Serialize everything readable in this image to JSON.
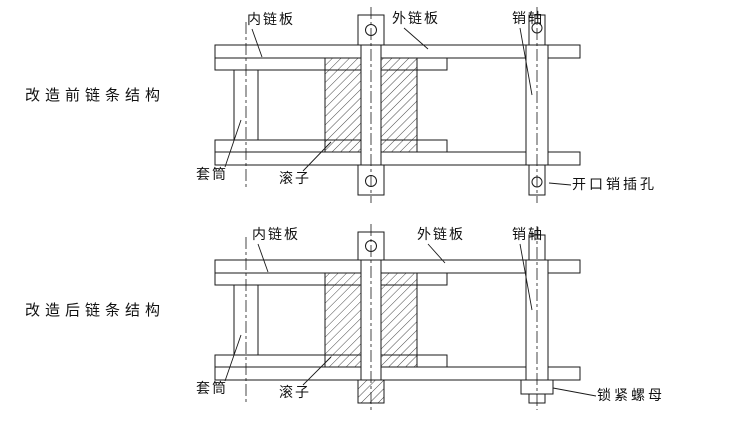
{
  "diagram_before": {
    "title": "改造前链条结构",
    "labels": {
      "inner_plate": "内链板",
      "outer_plate": "外链板",
      "pin": "销轴",
      "sleeve": "套筒",
      "roller": "滚子",
      "cotter_hole": "开口销插孔"
    }
  },
  "diagram_after": {
    "title": "改造后链条结构",
    "labels": {
      "inner_plate": "内链板",
      "outer_plate": "外链板",
      "pin": "销轴",
      "sleeve": "套筒",
      "roller": "滚子",
      "lock_nut": "锁紧螺母"
    }
  },
  "colors": {
    "line": "#1a1a1a",
    "background": "#ffffff"
  }
}
